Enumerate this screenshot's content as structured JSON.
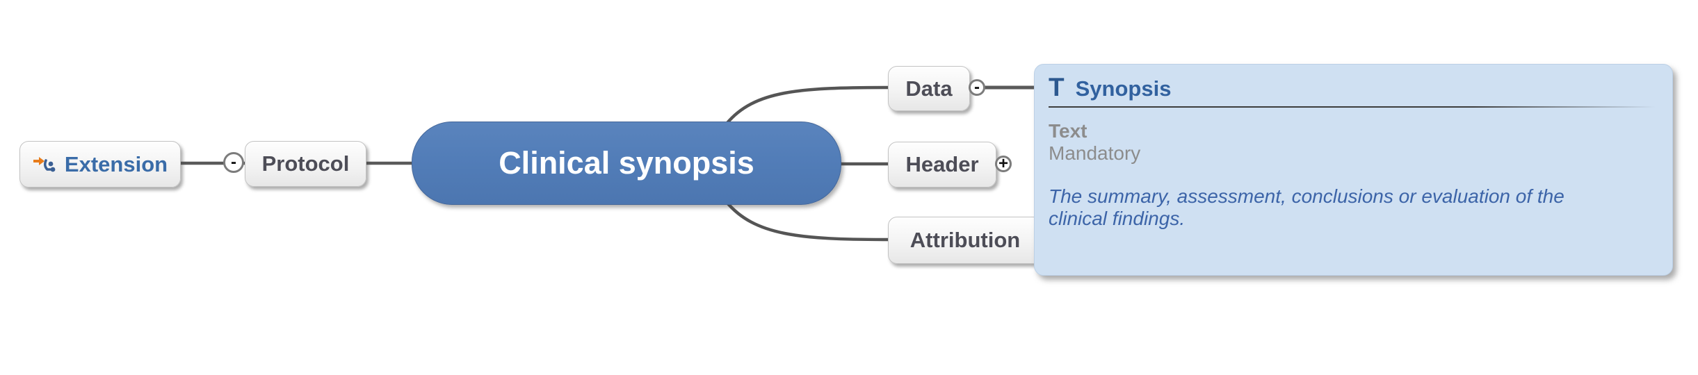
{
  "diagram": {
    "root": {
      "label": "Clinical synopsis",
      "bg_color": "#527db8",
      "text_color": "#ffffff"
    },
    "left_branch": {
      "extension": {
        "label": "Extension",
        "icon": "extension-branch-icon",
        "text_color": "#3a6ca8"
      },
      "protocol": {
        "label": "Protocol"
      }
    },
    "right_branch": {
      "data": {
        "label": "Data"
      },
      "header": {
        "label": "Header"
      },
      "attribution": {
        "label": "Attribution"
      }
    },
    "toggles": {
      "protocol_collapse": "-",
      "data_collapse": "-",
      "header_expand": "+"
    },
    "connector_color": "#5a5a5a",
    "tooltip": {
      "type_glyph": "T",
      "title": "Synopsis",
      "field_type": "Text",
      "cardinality": "Mandatory",
      "description": "The summary, assessment, conclusions or evaluation of the clinical findings.",
      "bg_color": "#cfe0f2",
      "title_color": "#31619f",
      "muted_color": "#8c8c8c",
      "description_color": "#3c64a8"
    }
  }
}
